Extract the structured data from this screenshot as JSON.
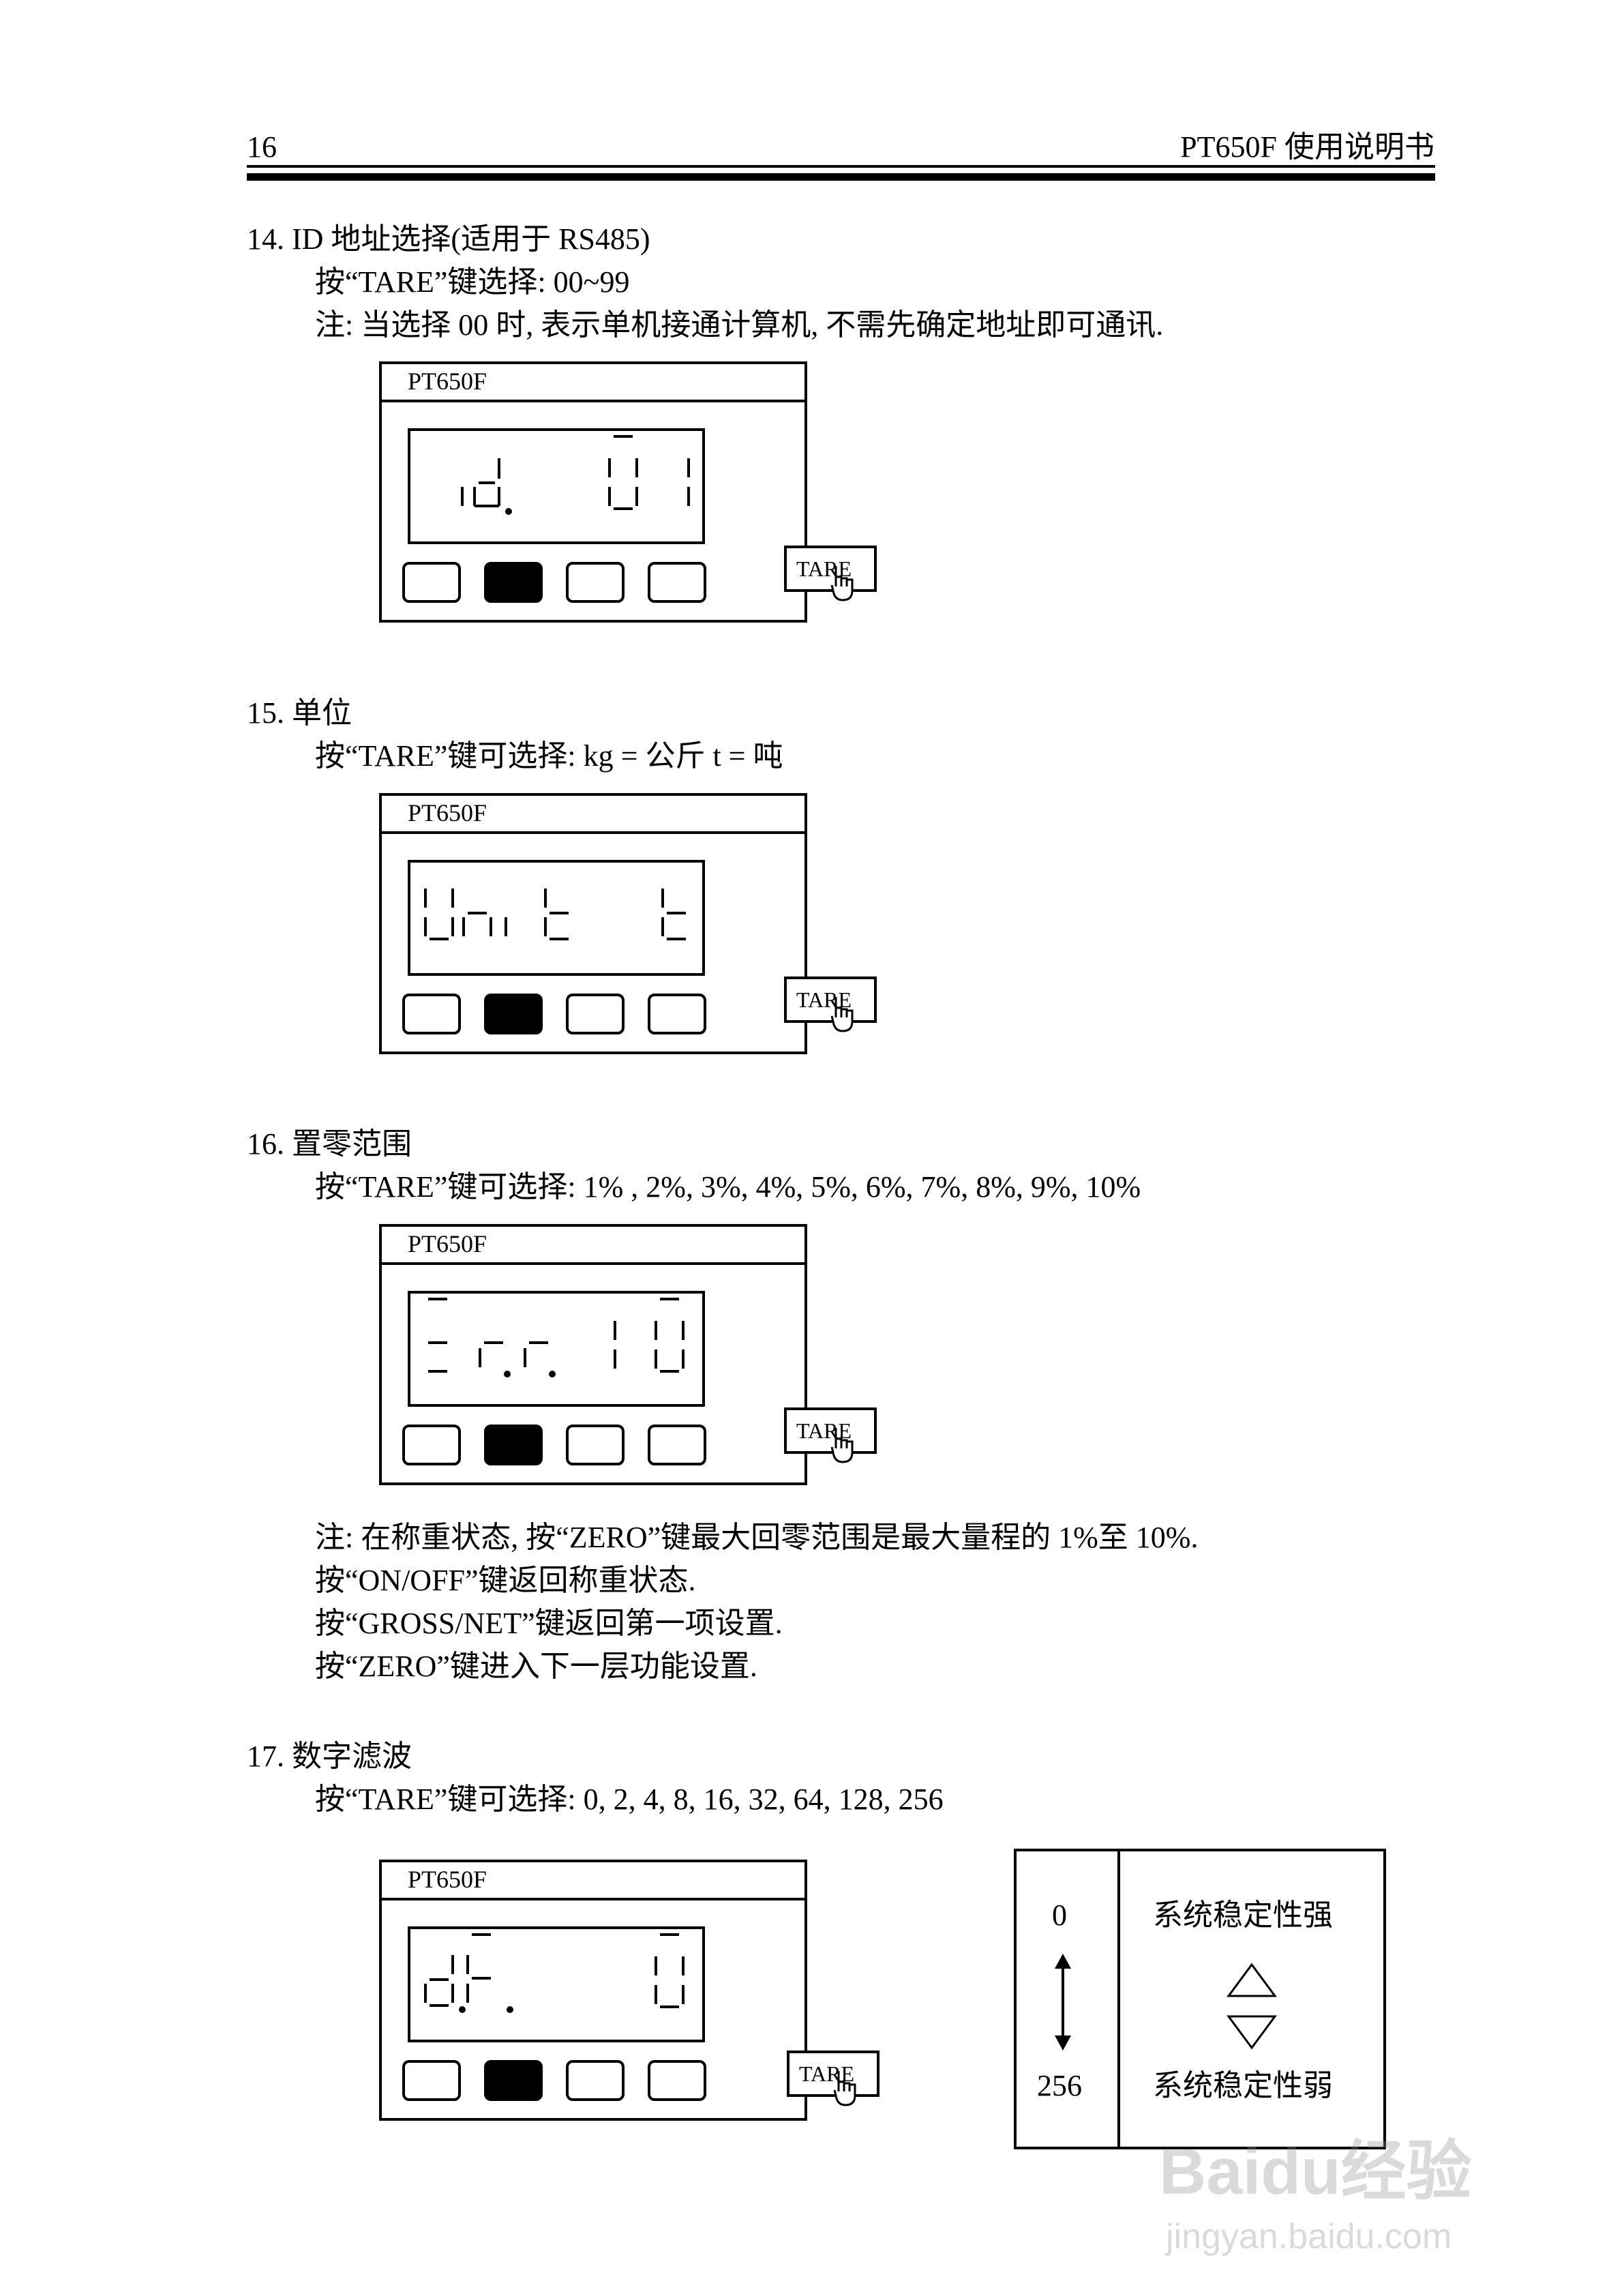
{
  "header": {
    "page_number": "16",
    "title": "PT650F 使用说明书"
  },
  "device_model": "PT650F",
  "tare_label": "TARE",
  "section14": {
    "heading": "14. ID 地址选择(适用于 RS485)",
    "line1": "按“TARE”键选择:   00~99",
    "note": "注:  当选择 00 时,  表示单机接通计算机,  不需先确定地址即可通讯.",
    "display": "id.  01"
  },
  "section15": {
    "heading": "15.  单位",
    "line1": "按“TARE”键可选择:   kg =  公斤          t =  吨",
    "display": "Unit  t"
  },
  "section16": {
    "heading": "16.  置零范围",
    "line1": "按“TARE”键可选择: 1% , 2%, 3%, 4%, 5%, 6%, 7%, 8%, 9%, 10%",
    "display": "Zr.r.  10",
    "notes": [
      "注:  在称重状态,  按“ZERO”键最大回零范围是最大量程的 1%至 10%.",
      "按“ON/OFF”键返回称重状态.",
      "按“GROSS/NET”键返回第一项设置.",
      "按“ZERO”键进入下一层功能设置."
    ]
  },
  "section17": {
    "heading": "17.  数字滤波",
    "line1": "按“TARE”键可选择:   0, 2, 4, 8, 16, 32, 64, 128, 256",
    "display": "dF.  0",
    "table": {
      "top_value": "0",
      "bottom_value": "256",
      "top_label": "系统稳定性强",
      "bottom_label": "系统稳定性弱"
    }
  },
  "watermark": {
    "brand": "Baidu经验",
    "url": "jingyan.baidu.com"
  }
}
